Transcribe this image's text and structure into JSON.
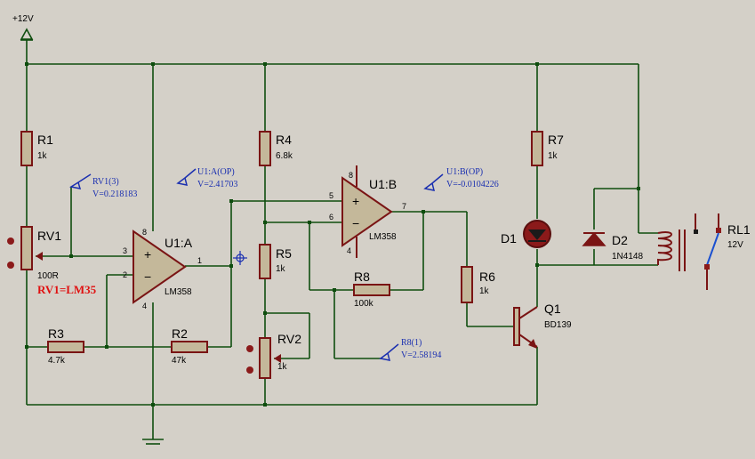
{
  "supply": {
    "label": "+12V"
  },
  "components": {
    "R1": {
      "name": "R1",
      "value": "1k"
    },
    "R2": {
      "name": "R2",
      "value": "47k"
    },
    "R3": {
      "name": "R3",
      "value": "4.7k"
    },
    "R4": {
      "name": "R4",
      "value": "6.8k"
    },
    "R5": {
      "name": "R5",
      "value": "1k"
    },
    "R6": {
      "name": "R6",
      "value": "1k"
    },
    "R7": {
      "name": "R7",
      "value": "1k"
    },
    "R8": {
      "name": "R8",
      "value": "100k"
    },
    "RV1": {
      "name": "RV1",
      "value": "100R",
      "note": "RV1=LM35"
    },
    "RV2": {
      "name": "RV2",
      "value": "1k"
    },
    "U1A": {
      "name": "U1:A",
      "model": "LM358"
    },
    "U1B": {
      "name": "U1:B",
      "model": "LM358"
    },
    "D1": {
      "name": "D1"
    },
    "D2": {
      "name": "D2",
      "model": "1N4148"
    },
    "Q1": {
      "name": "Q1",
      "model": "BD139"
    },
    "RL1": {
      "name": "RL1",
      "value": "12V"
    }
  },
  "probes": {
    "rv1": {
      "name": "RV1(3)",
      "reading": "V=0.218183"
    },
    "u1a": {
      "name": "U1:A(OP)",
      "reading": "V=2.41703"
    },
    "u1b": {
      "name": "U1:B(OP)",
      "reading": "V=-0.0104226"
    },
    "r8": {
      "name": "R8(1)",
      "reading": "V=2.58194"
    }
  },
  "pins": {
    "p8": "8",
    "p4": "4",
    "p1": "1",
    "p2": "2",
    "p3": "3",
    "p5": "5",
    "p6": "6",
    "p7": "7",
    "plus": "+",
    "minus": "−"
  },
  "colors": {
    "background": "#d4d0c8",
    "wire": "#0e4d0e",
    "component": "#7a1414",
    "probe": "#1a2fb0",
    "note": "#e01010"
  }
}
